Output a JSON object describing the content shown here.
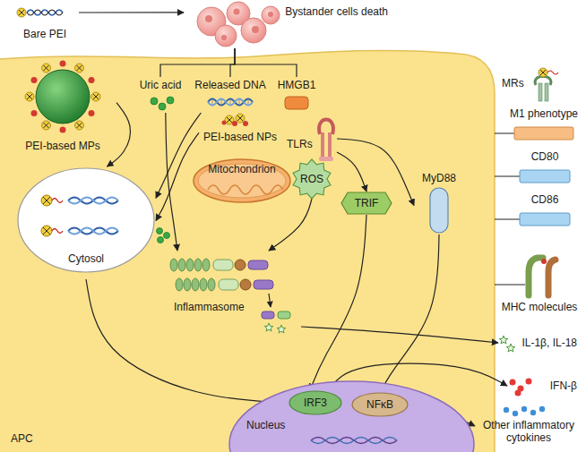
{
  "diagram": {
    "nodes": [
      {
        "text": [
          "Bare PEI"
        ]
      },
      {
        "text": [
          "Bystander cells death"
        ]
      },
      {
        "text": [
          "APC"
        ]
      },
      {
        "text": [
          "Uric acid"
        ],
        "in": 2
      },
      {
        "text": [
          "Released DNA"
        ],
        "in": 2
      },
      {
        "text": [
          "HMGB1"
        ],
        "in": 2
      },
      {
        "text": [
          "PEI-based MPs"
        ],
        "in": 2
      },
      {
        "text": [
          "PEI-based NPs"
        ],
        "in": 2
      },
      {
        "text": [
          "TLRs"
        ],
        "in": 2
      },
      {
        "text": [
          "MRs"
        ]
      },
      {
        "text": [
          "M1 phenotype"
        ]
      },
      {
        "text": [
          "CD80"
        ]
      },
      {
        "text": [
          "CD86"
        ]
      },
      {
        "text": [
          "Cytosol"
        ],
        "in": 2
      },
      {
        "text": [
          "Mitochondrion"
        ],
        "in": 2
      },
      {
        "text": [
          "ROS"
        ],
        "in": 2
      },
      {
        "text": [
          "TRIF"
        ],
        "in": 2
      },
      {
        "text": [
          "MyD88"
        ],
        "in": 2
      },
      {
        "text": [
          "MHC molecules"
        ]
      },
      {
        "text": [
          "Inflammasome"
        ],
        "in": 2
      },
      {
        "text": [
          "IL-1β, IL-18"
        ]
      },
      {
        "text": [
          "Nucleus"
        ],
        "in": 2
      },
      {
        "text": [
          "IRF3"
        ],
        "in": 21
      },
      {
        "text": [
          "NFκB"
        ],
        "in": 21
      },
      {
        "text": [
          "IFN-β"
        ]
      },
      {
        "text": [
          "Other inflammatory cytokines"
        ]
      }
    ],
    "edges": [
      {
        "from": 0,
        "to": 1,
        "arrow": "to"
      },
      {
        "from": 1,
        "to": 3,
        "arrow": "none"
      },
      {
        "from": 1,
        "to": 4,
        "arrow": "none"
      },
      {
        "from": 1,
        "to": 5,
        "arrow": "none"
      },
      {
        "from": 6,
        "to": 13,
        "arrow": "to"
      },
      {
        "from": 4,
        "to": 13,
        "arrow": "to"
      },
      {
        "from": 7,
        "to": 13,
        "arrow": "to"
      },
      {
        "from": 3,
        "to": 19,
        "arrow": "to"
      },
      {
        "from": 15,
        "to": 19,
        "arrow": "to"
      },
      {
        "from": 8,
        "to": 16,
        "arrow": "to"
      },
      {
        "from": 8,
        "to": 17,
        "arrow": "to"
      },
      {
        "from": 13,
        "to": 22,
        "arrow": "to"
      },
      {
        "from": 16,
        "to": 22,
        "arrow": "to"
      },
      {
        "from": 17,
        "to": 23,
        "arrow": "to"
      },
      {
        "from": 19,
        "to": 20,
        "arrow": "to"
      },
      {
        "from": 22,
        "to": 24,
        "arrow": "to"
      },
      {
        "from": 23,
        "to": 25,
        "arrow": "to"
      }
    ]
  }
}
